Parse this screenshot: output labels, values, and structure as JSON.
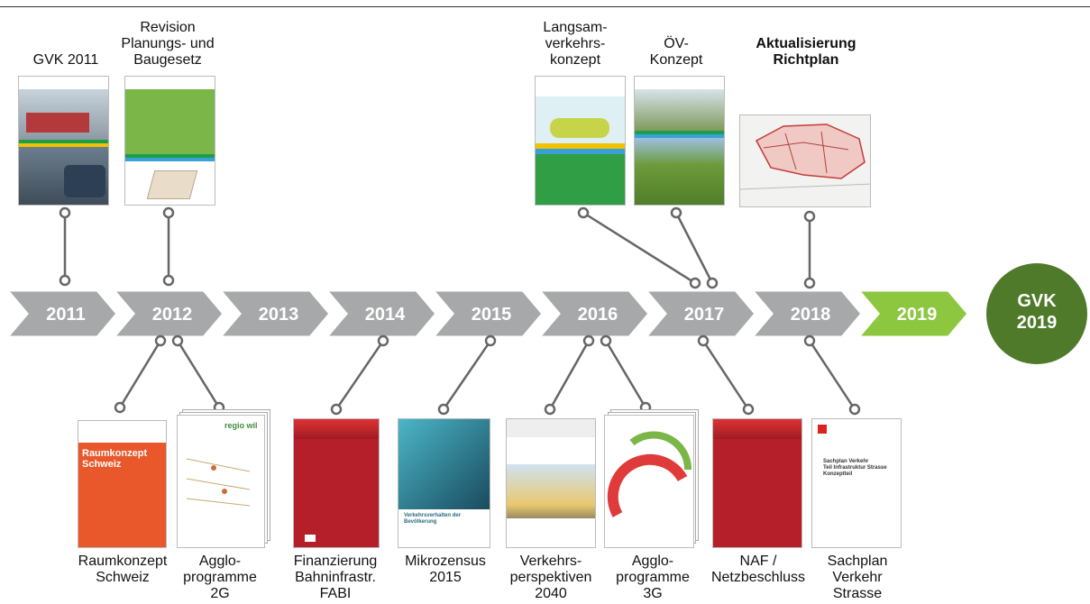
{
  "timeline": {
    "years": [
      "2011",
      "2012",
      "2013",
      "2014",
      "2015",
      "2016",
      "2017",
      "2018",
      "2019"
    ],
    "highlight_year": "2019",
    "end_badge": "GVK\n2019",
    "colors": {
      "gray": "#a6a8aa",
      "green_light": "#8dc63f",
      "green_dark": "#4f7a2a"
    }
  },
  "top_items": [
    {
      "id": "gvk2011",
      "label": "GVK 2011",
      "bold": false
    },
    {
      "id": "revision",
      "label": "Revision\nPlanungs- und\nBaugesetz",
      "bold": false
    },
    {
      "id": "langsam",
      "label": "Langsam-\nverkehrs-\nkonzept",
      "bold": false
    },
    {
      "id": "oev",
      "label": "ÖV-\nKonzept",
      "bold": false
    },
    {
      "id": "richtplan",
      "label": "Aktualisierung\nRichtplan",
      "bold": true
    }
  ],
  "bottom_items": [
    {
      "id": "raumkonzept",
      "label": "Raumkonzept\nSchweiz"
    },
    {
      "id": "agglo2g",
      "label": "Agglo-\nprogramme\n2G"
    },
    {
      "id": "fabi",
      "label": "Finanzierung\nBahninfrastr.\nFABI"
    },
    {
      "id": "mikrozensus",
      "label": "Mikrozensus\n2015"
    },
    {
      "id": "verkehrsperspektiven",
      "label": "Verkehrs-\nperspektiven\n2040"
    },
    {
      "id": "agglo3g",
      "label": "Agglo-\nprogramme\n3G"
    },
    {
      "id": "naf",
      "label": "NAF /\nNetzbeschluss"
    },
    {
      "id": "sachplan",
      "label": "Sachplan\nVerkehr\nStrasse"
    }
  ],
  "cover_text": {
    "raumkonzept": "Raumkonzept\nSchweiz",
    "regio": "regio wil",
    "mikrozensus": "Verkehrsverhalten der Bevölkerung",
    "sachplan": "Sachplan Verkehr\nTeil Infrastruktur Strasse\nKonzeptteil"
  }
}
